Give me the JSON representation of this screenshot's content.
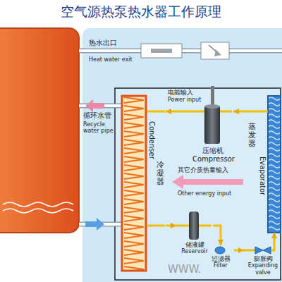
{
  "diagram": {
    "title": "空气源热泵热水器工作原理",
    "nodes": [
      {
        "text": [
          "压缩机",
          "Compressor"
        ]
      },
      {
        "text": [
          "冷凝器",
          "Condenser"
        ]
      },
      {
        "text": [
          "蒸发器",
          "Evaporator"
        ]
      },
      {
        "text": [
          "储液罐",
          "Reservoir"
        ]
      },
      {
        "text": [
          "过滤器",
          "Filter"
        ]
      },
      {
        "text": [
          "膨胀阀",
          "Expanding valve"
        ]
      }
    ],
    "edges": [
      {
        "from": 0,
        "to": 1,
        "arrow": "to"
      },
      {
        "from": 1,
        "to": 3,
        "arrow": "to"
      },
      {
        "from": 3,
        "to": 4,
        "arrow": "to"
      },
      {
        "from": 4,
        "to": 5,
        "arrow": "to"
      },
      {
        "from": 5,
        "to": 2,
        "arrow": "to"
      },
      {
        "from": 2,
        "to": 0,
        "arrow": "to"
      }
    ],
    "labels": [
      "热水出口",
      "Heat water exit",
      "电能输入",
      "Power input",
      "其它介质热量输入",
      "Other energy input",
      "循环水管",
      "Recycle water pipe",
      "WWW."
    ]
  }
}
